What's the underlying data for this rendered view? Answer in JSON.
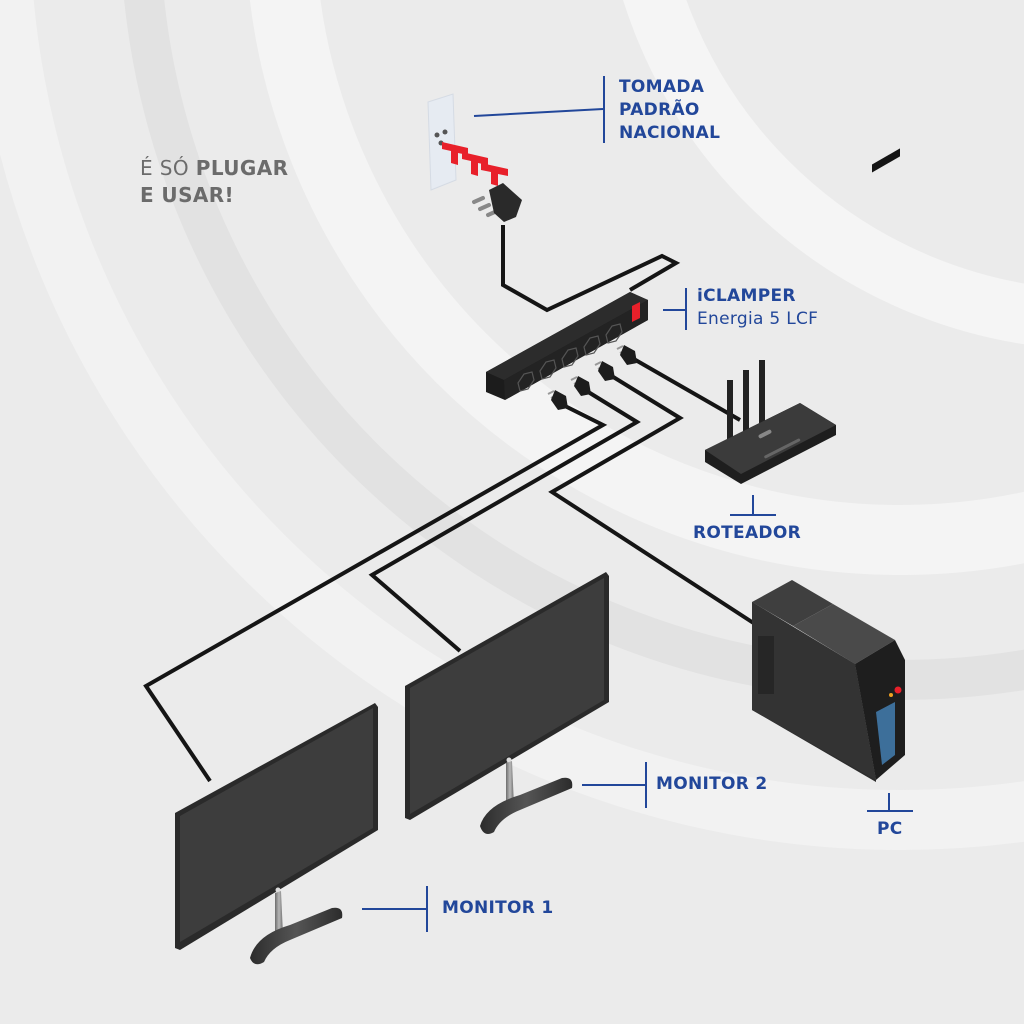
{
  "tagline": {
    "line1_light": "É SÓ ",
    "line1_bold": "PLUGAR",
    "line2_bold": "E USAR!"
  },
  "labels": {
    "outlet": {
      "line1": "TOMADA",
      "line2": "PADRÃO",
      "line3": "NACIONAL"
    },
    "power_strip": {
      "brand": "iCLAMPER",
      "model": "Energia 5 LCF"
    },
    "router": "ROTEADOR",
    "pc": "PC",
    "monitor2": "MONITOR 2",
    "monitor1": "MONITOR 1"
  },
  "colors": {
    "label_blue": "#22479a",
    "device_dark": "#3a3a3a",
    "cable": "#151515",
    "accent_red": "#e8202a",
    "background": "#ebebeb"
  },
  "devices": [
    {
      "id": "outlet",
      "name": "Tomada Padrão Nacional",
      "type": "wall-outlet"
    },
    {
      "id": "strip",
      "name": "iCLAMPER Energia 5 LCF",
      "type": "power-strip",
      "sockets": 5
    },
    {
      "id": "router",
      "name": "Roteador",
      "type": "router",
      "antennas": 3
    },
    {
      "id": "pc",
      "name": "PC",
      "type": "desktop-tower"
    },
    {
      "id": "monitor2",
      "name": "Monitor 2",
      "type": "monitor"
    },
    {
      "id": "monitor1",
      "name": "Monitor 1",
      "type": "monitor"
    }
  ],
  "connections": [
    {
      "from": "outlet",
      "to": "strip"
    },
    {
      "from": "strip",
      "to": "router"
    },
    {
      "from": "strip",
      "to": "pc"
    },
    {
      "from": "strip",
      "to": "monitor2"
    },
    {
      "from": "strip",
      "to": "monitor1"
    }
  ]
}
